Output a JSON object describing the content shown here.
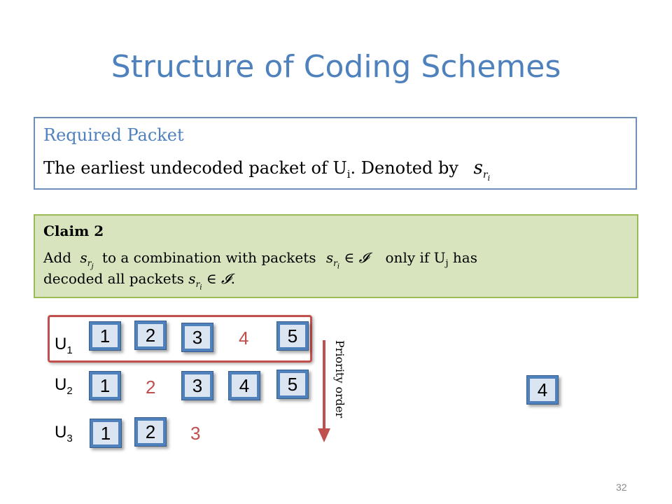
{
  "slide": {
    "title": "Structure of Coding Schemes",
    "page_number": "32"
  },
  "required_packet": {
    "heading": "Required Packet",
    "text_before": "The earliest undecoded packet of U",
    "user_sub": "i",
    "text_after": ". Denoted by",
    "symbol": "s",
    "symbol_sub": "r",
    "symbol_sub2": "i"
  },
  "claim": {
    "heading": "Claim 2",
    "add_word": "Add",
    "sym_rj": "s",
    "sym_rj_sub": "r",
    "sym_rj_sub2": "j",
    "mid_text": "to a combination with packets",
    "sym_ri": "s",
    "sym_ri_sub": "r",
    "sym_ri_sub2": "i",
    "in_set": "∈ 𝓘",
    "only_if": "only if U",
    "uj_sub": "j",
    "has": "has",
    "line2_text": "decoded all packets",
    "end": "."
  },
  "users": [
    {
      "label": "U",
      "sub": "1"
    },
    {
      "label": "U",
      "sub": "2"
    },
    {
      "label": "U",
      "sub": "3"
    }
  ],
  "packets": {
    "u1": [
      "1",
      "2",
      "3",
      "5"
    ],
    "u1_missing": "4",
    "u2": [
      "1",
      "3",
      "4",
      "5"
    ],
    "u2_missing": "2",
    "u3": [
      "1",
      "2"
    ],
    "u3_missing": "3",
    "coded": "4"
  },
  "priority_label": "Priority order",
  "colors": {
    "title": "#4f81bd",
    "claim_bg": "#d7e4bd",
    "claim_border": "#9bbb59",
    "packet": "#4f81bd",
    "missing": "#c0504d"
  }
}
